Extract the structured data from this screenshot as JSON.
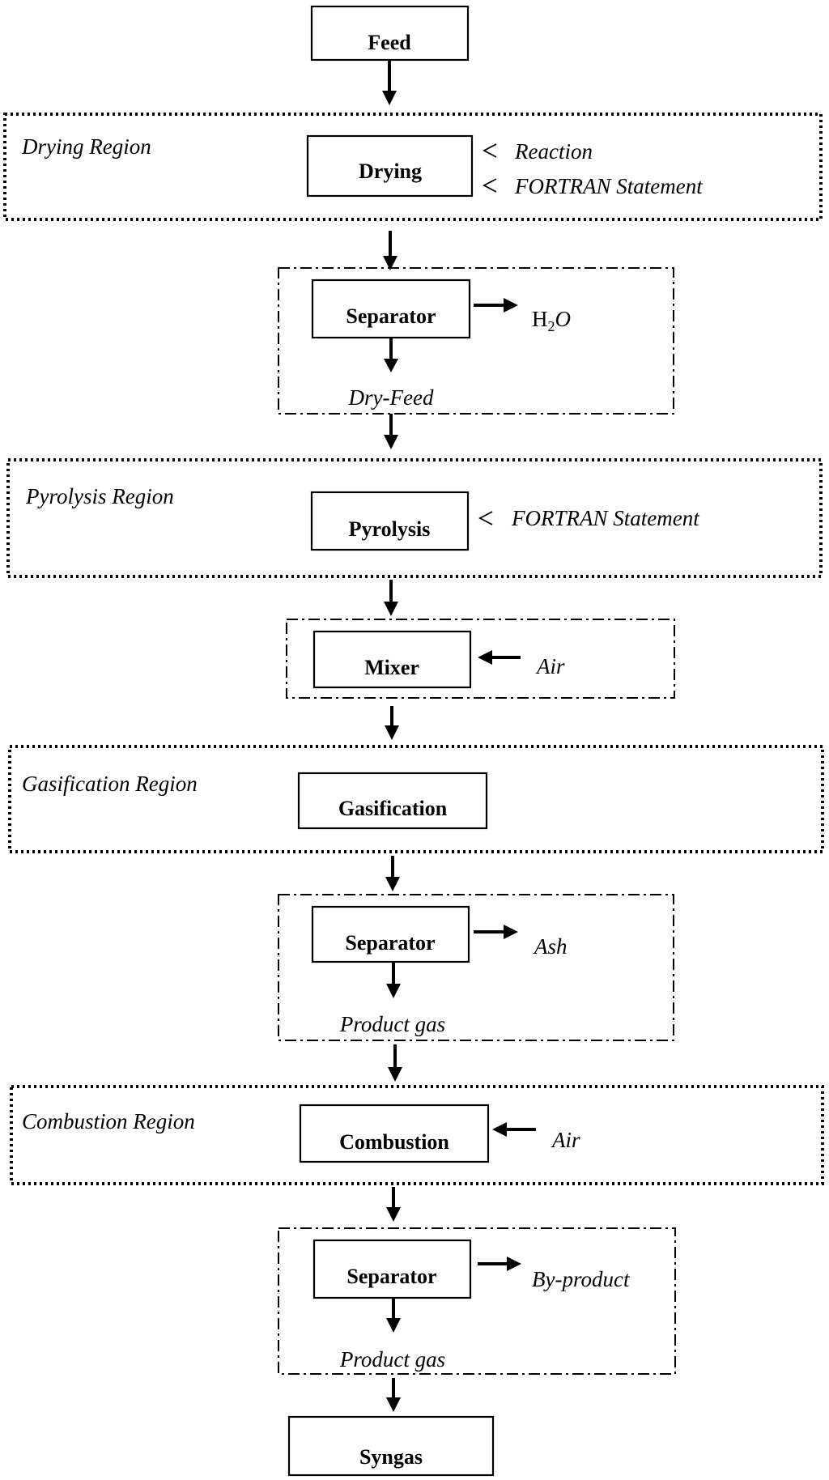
{
  "boxes": {
    "feed": "Feed",
    "drying": "Drying",
    "separator_1": "Separator",
    "pyrolysis": "Pyrolysis",
    "mixer": "Mixer",
    "gasification": "Gasification",
    "separator_2": "Separator",
    "combustion": "Combustion",
    "separator_3": "Separator",
    "syngas": "Syngas"
  },
  "regions": {
    "drying": "Drying Region",
    "pyrolysis": "Pyrolysis Region",
    "gasification": "Gasification Region",
    "combustion": "Combustion Region"
  },
  "side_labels": {
    "reaction": "Reaction",
    "fortran_drying": "FORTRAN Statement",
    "fortran_pyrolysis": "FORTRAN Statement",
    "h2o_main": "H",
    "h2o_sub": "2",
    "h2o_tail": "O",
    "air_mixer": "Air",
    "ash": "Ash",
    "air_combustion": "Air",
    "by_product": "By-product"
  },
  "stream_labels": {
    "dry_feed": "Dry-Feed",
    "product_gas_1": "Product gas",
    "product_gas_2": "Product gas"
  }
}
